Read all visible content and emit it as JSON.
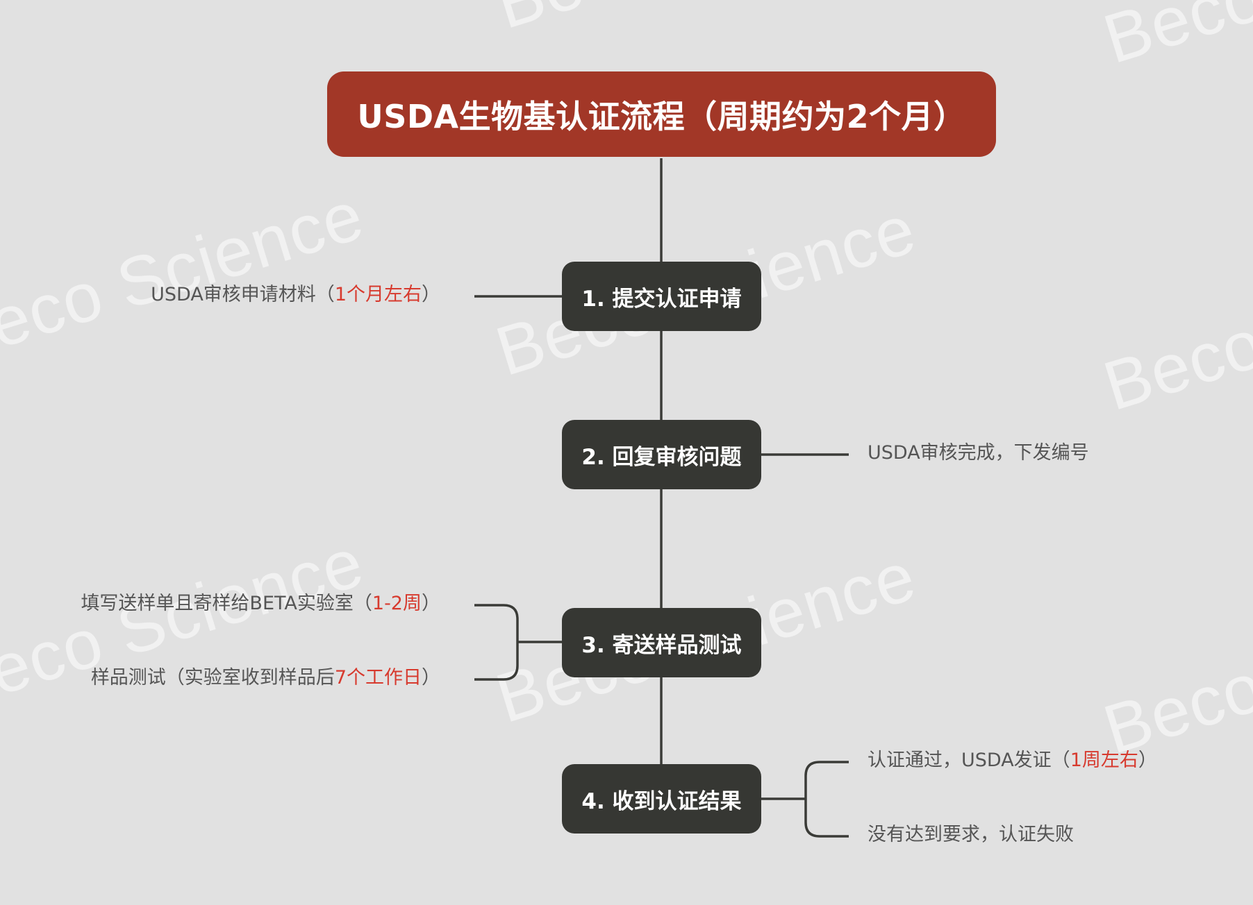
{
  "watermark": "Beco Science",
  "title": "USDA生物基认证流程（周期约为2个月）",
  "steps": [
    {
      "label": "1. 提交认证申请",
      "notes": [
        {
          "text": "USDA审核申请材料（",
          "highlight": "1个月左右",
          "suffix": "）"
        }
      ]
    },
    {
      "label": "2. 回复审核问题",
      "notes": [
        {
          "text": "USDA审核完成，下发编号",
          "highlight": "",
          "suffix": ""
        }
      ]
    },
    {
      "label": "3. 寄送样品测试",
      "notes": [
        {
          "text": "填写送样单且寄样给BETA实验室（",
          "highlight": "1-2周",
          "suffix": "）"
        },
        {
          "text": "样品测试（实验室收到样品后",
          "highlight": "7个工作日",
          "suffix": "）"
        }
      ]
    },
    {
      "label": "4. 收到认证结果",
      "notes": [
        {
          "text": "认证通过，USDA发证（",
          "highlight": "1周左右",
          "suffix": "）"
        },
        {
          "text": "没有达到要求，认证失败",
          "highlight": "",
          "suffix": ""
        }
      ]
    }
  ],
  "colors": {
    "background": "#e1e1e1",
    "title_fill": "#a23727",
    "node_fill": "#363733",
    "highlight": "#d73a2e",
    "note_text": "#555555"
  }
}
